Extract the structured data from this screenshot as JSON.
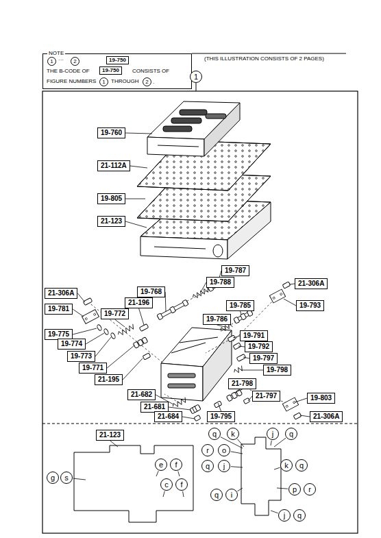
{
  "diagram": {
    "nodes": [
      {
        "text": [
          "NOTE",
          "···",
          "THE B-CODE OF",
          "CONSISTS OF",
          "FIGURE NUMBERS",
          "THROUGH",
          "."
        ]
      },
      {
        "text": [
          "1"
        ],
        "in": 0
      },
      {
        "text": [
          "2"
        ],
        "in": 0
      },
      {
        "text": [
          "19-750"
        ],
        "in": 0
      },
      {
        "text": [
          "19-750"
        ],
        "in": 0
      },
      {
        "text": [
          "1"
        ],
        "in": 0
      },
      {
        "text": [
          "2"
        ],
        "in": 0
      },
      {
        "text": [
          "1"
        ]
      },
      {
        "text": [
          "19-760"
        ]
      },
      {
        "text": [
          "21-112A"
        ]
      },
      {
        "text": [
          "19-805"
        ]
      },
      {
        "text": [
          "21-123"
        ]
      },
      {
        "text": [
          "19-787"
        ]
      },
      {
        "text": [
          "21-306A"
        ]
      },
      {
        "text": [
          "19-788"
        ]
      },
      {
        "text": [
          "19-768"
        ]
      },
      {
        "text": [
          "21-306A"
        ]
      },
      {
        "text": [
          "19-793"
        ]
      },
      {
        "text": [
          "21-196"
        ]
      },
      {
        "text": [
          "19-785"
        ]
      },
      {
        "text": [
          "19-781"
        ]
      },
      {
        "text": [
          "19-772"
        ]
      },
      {
        "text": [
          "19-786"
        ]
      },
      {
        "text": [
          "19-775"
        ]
      },
      {
        "text": [
          "19-791"
        ]
      },
      {
        "text": [
          "19-774"
        ]
      },
      {
        "text": [
          "19-792"
        ]
      },
      {
        "text": [
          "19-773"
        ]
      },
      {
        "text": [
          "19-797"
        ]
      },
      {
        "text": [
          "19-771"
        ]
      },
      {
        "text": [
          "19-798"
        ]
      },
      {
        "text": [
          "21-195"
        ]
      },
      {
        "text": [
          "21-798"
        ]
      },
      {
        "text": [
          "21-682"
        ]
      },
      {
        "text": [
          "21-797"
        ]
      },
      {
        "text": [
          "21-681"
        ]
      },
      {
        "text": [
          "19-803"
        ]
      },
      {
        "text": [
          "21-684"
        ]
      },
      {
        "text": [
          "19-795"
        ]
      },
      {
        "text": [
          "21-306A"
        ]
      },
      {
        "text": [
          "21-123"
        ]
      },
      {
        "text": [
          "q"
        ]
      },
      {
        "text": [
          "k"
        ]
      },
      {
        "text": [
          "j"
        ]
      },
      {
        "text": [
          "q"
        ]
      },
      {
        "text": [
          "r"
        ]
      },
      {
        "text": [
          "o"
        ]
      },
      {
        "text": [
          "e"
        ]
      },
      {
        "text": [
          "f"
        ]
      },
      {
        "text": [
          "q"
        ]
      },
      {
        "text": [
          "j"
        ]
      },
      {
        "text": [
          "k"
        ]
      },
      {
        "text": [
          "q"
        ]
      },
      {
        "text": [
          "g"
        ]
      },
      {
        "text": [
          "s"
        ]
      },
      {
        "text": [
          "c"
        ]
      },
      {
        "text": [
          "f"
        ]
      },
      {
        "text": [
          "p"
        ]
      },
      {
        "text": [
          "r"
        ]
      },
      {
        "text": [
          "q"
        ]
      },
      {
        "text": [
          "i"
        ]
      },
      {
        "text": [
          "j"
        ]
      },
      {
        "text": [
          "q"
        ]
      }
    ],
    "edges": [
      {
        "from": 2,
        "to": 3,
        "arrow": "to"
      }
    ],
    "labels": [
      "(THIS ILLUSTRATION CONSISTS OF 2 PAGES)"
    ]
  }
}
